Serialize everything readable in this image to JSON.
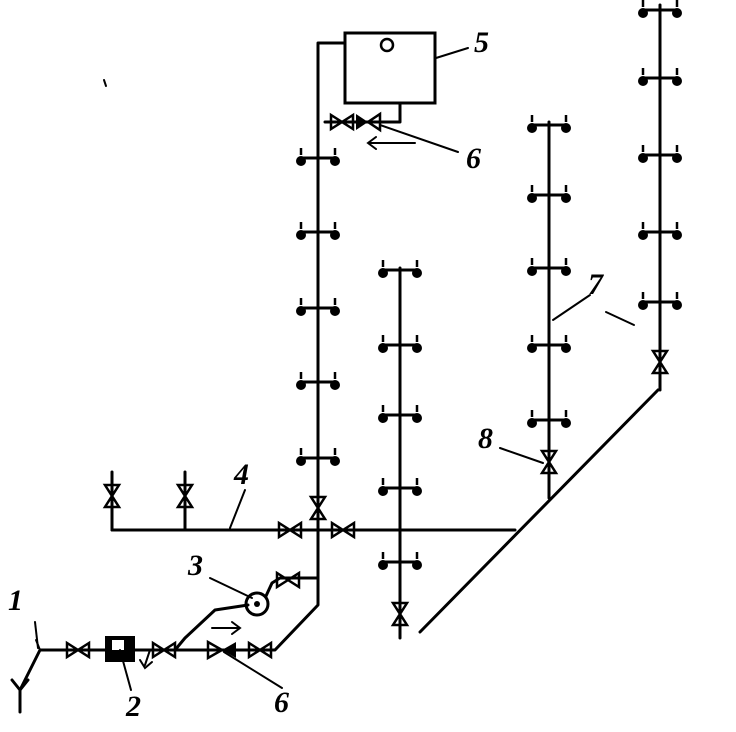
{
  "labels": {
    "l1": "1",
    "l2": "2",
    "l3": "3",
    "l4": "4",
    "l5": "5",
    "l6a": "6",
    "l6b": "6",
    "l7": "7",
    "l8": "8"
  }
}
